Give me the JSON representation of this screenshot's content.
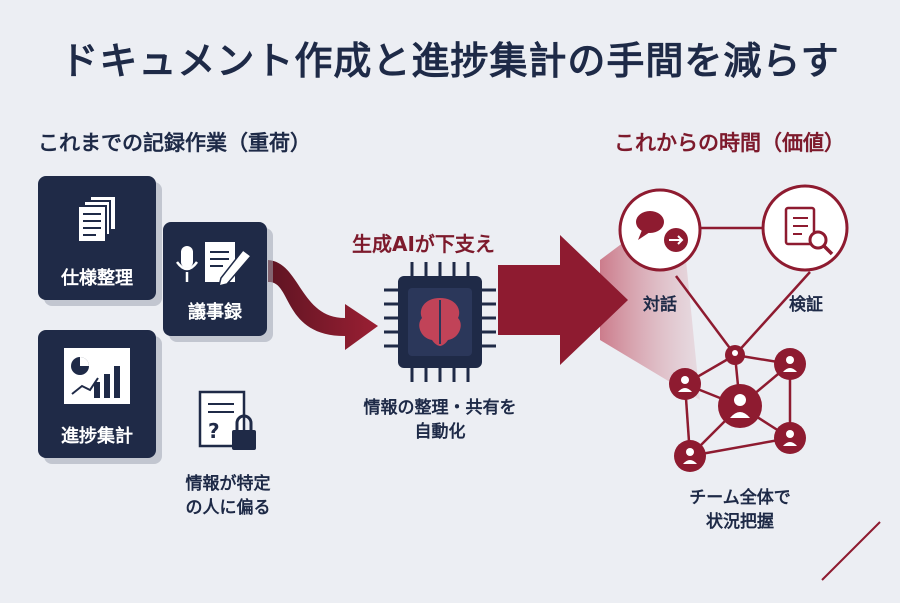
{
  "title": "ドキュメント作成と進捗集計の手間を減らす",
  "left": {
    "heading": "これまでの記録作業（重荷）",
    "cards": {
      "spec": "仕様整理",
      "minutes": "議事録",
      "progress": "進捗集計"
    },
    "silo_caption": [
      "情報が特定",
      "の人に偏る"
    ]
  },
  "center": {
    "heading": "生成AIが下支え",
    "caption": [
      "情報の整理・共有を",
      "自動化"
    ]
  },
  "right": {
    "heading": "これからの時間（価値）",
    "dialog": "対話",
    "verify": "検証",
    "team_caption": [
      "チーム全体で",
      "状況把握"
    ]
  },
  "colors": {
    "navy": "#1f2a47",
    "maroon": "#7d1a2c",
    "background": "#eceef3"
  }
}
